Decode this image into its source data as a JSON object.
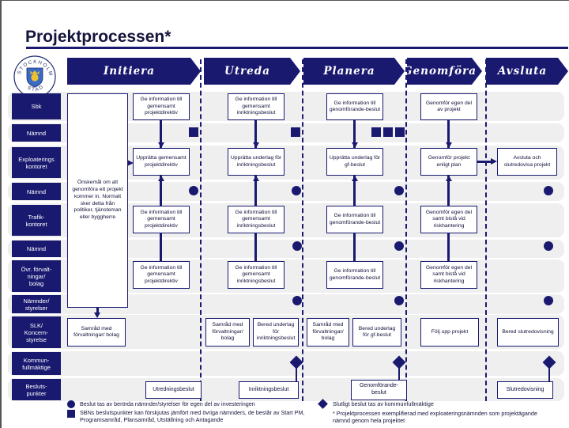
{
  "colors": {
    "navy": "#191970",
    "band": "#efefef"
  },
  "title": "Projektprocessen*",
  "logo": {
    "text_top": "STOCKHOLMS",
    "text_bottom": "STAD"
  },
  "phases": [
    "Initiera",
    "Utreda",
    "Planera",
    "Genomföra",
    "Avsluta"
  ],
  "lanes": [
    "Sbk",
    "Nämnd",
    "Exploaterings\nkontoret",
    "Nämnd",
    "Trafik-\nkontoret",
    "Nämnd",
    "Övr. förvalt-\nningar/\nbolag",
    "Nämnder/\nstyrelser",
    "SLK/\nKoncern-\nstyrelse",
    "Kommun-\nfullmäktige",
    "Besluts-\npunkter"
  ],
  "note": "Önskemål om att genomföra ett projekt kommer in. Normalt sker detta från politiker, tjänsteman eller byggherre",
  "steps": {
    "sbk": [
      "Ge information till gemensamt projektdirektiv",
      "Ge information till gemensamt inriktningsbeslut",
      "Ge information till genomförande-beslut",
      "Genomför egen del av projekt"
    ],
    "expl": [
      "Upprätta gemensamt projektdirektiv",
      "Upprätta underlag för inriktningsbeslut",
      "Upprätta underlag för gf-beslut",
      "Genomför projekt enligt plan",
      "Avsluta och slutredovisa projekt"
    ],
    "trafik": [
      "Ge information till gemensamt projektdirektiv",
      "Ge information till gemensamt inriktningsbeslut",
      "Ge information till genomförande-beslut",
      "Genomför egen del samt bistå vid riskhantering"
    ],
    "ovriga": [
      "Ge information till gemensamt projektdirektiv",
      "Ge information till gemensamt inriktningsbeslut",
      "Ge information till genomförande-beslut",
      "Genomför egen del samt bistå vid riskhantering"
    ],
    "slk": [
      "Samråd med förvaltningar/ bolag",
      "Samråd med förvaltningar/ bolag",
      "Bered underlag för inriktningsbeslut",
      "Samråd med förvaltningar/ bolag",
      "Bered underlag för gf-beslut",
      "Följ upp projekt",
      "Bered slutredovisning"
    ]
  },
  "decisions": [
    "Utredningsbeslut",
    "Inriktningsbeslut",
    "Genomförande-beslut",
    "Slutredovisning"
  ],
  "legend": {
    "circle": "Beslut tas av berörda nämnder/styrelser för egen del av investeringen",
    "square": "SBNs beslutspunkter kan förskjutas jämfört med övriga nämnders, de består av Start PM, Programsamråd, Plansamråd, Utställning och Antagande",
    "diamond": "Slutligt beslut tas av kommunfullmäktige",
    "footnote": "* Projektprocessen exemplifierad med exploateringsnämnden som projektägande nämnd genom hela projektet"
  }
}
